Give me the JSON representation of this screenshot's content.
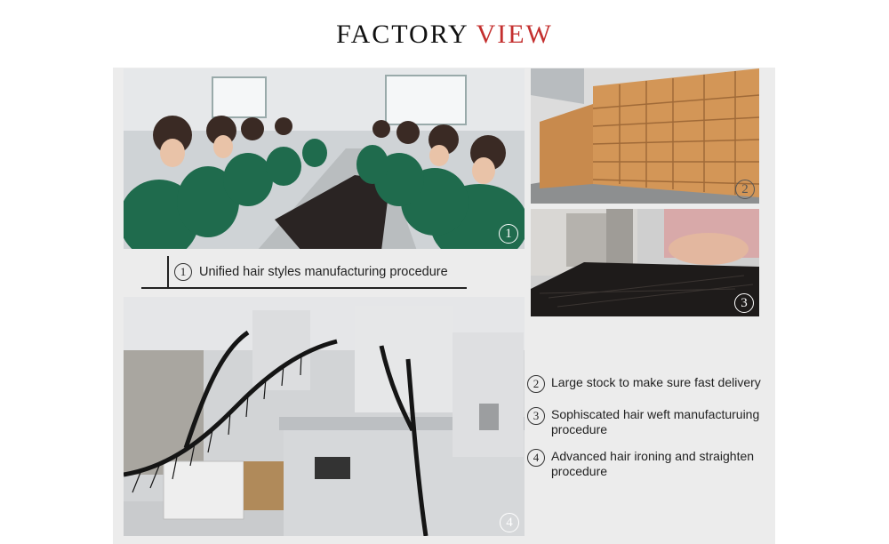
{
  "title": {
    "part1": "FACTORY",
    "part2": "VIEW",
    "accent_color": "#c4302f"
  },
  "photos": [
    {
      "num": "1",
      "alt": "Workers at long table assembling hair"
    },
    {
      "num": "2",
      "alt": "Stacks of cardboard boxes in warehouse"
    },
    {
      "num": "3",
      "alt": "Sewing machine stitching hair weft"
    },
    {
      "num": "4",
      "alt": "Hair ironing machines in factory"
    }
  ],
  "caption1": {
    "num": "1",
    "text": "Unified hair styles manufacturing procedure"
  },
  "features": [
    {
      "num": "2",
      "text": "Large stock to make sure fast delivery"
    },
    {
      "num": "3",
      "text": "Sophiscated hair weft manufacturuing procedure"
    },
    {
      "num": "4",
      "text": "Advanced hair ironing and straighten procedure"
    }
  ]
}
